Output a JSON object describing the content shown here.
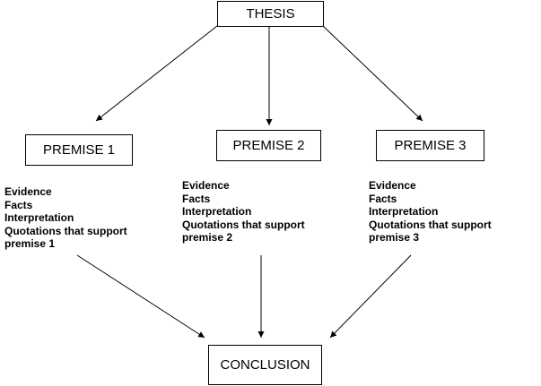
{
  "diagram": {
    "thesis": "THESIS",
    "premises": [
      {
        "label": "PREMISE 1",
        "support": [
          "Evidence",
          "Facts",
          "Interpretation",
          "Quotations that support",
          "premise 1"
        ]
      },
      {
        "label": "PREMISE 2",
        "support": [
          "Evidence",
          "Facts",
          "Interpretation",
          "Quotations that support",
          "premise 2"
        ]
      },
      {
        "label": "PREMISE 3",
        "support": [
          "Evidence",
          "Facts",
          "Interpretation",
          "Quotations that support",
          "premise 3"
        ]
      }
    ],
    "conclusion": "CONCLUSION"
  }
}
